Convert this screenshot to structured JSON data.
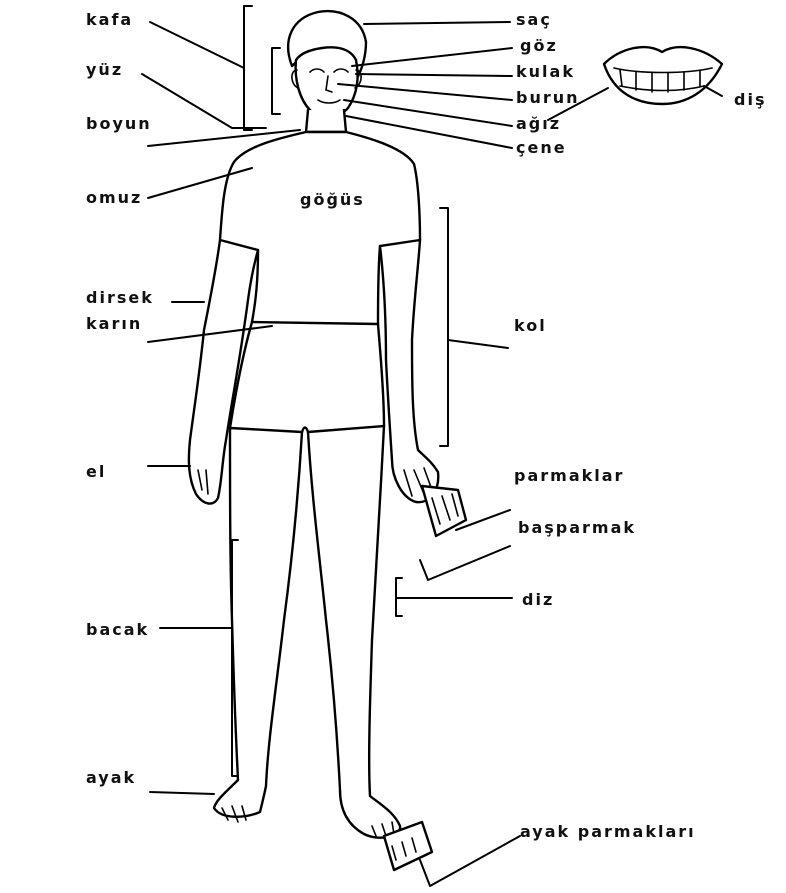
{
  "labels": {
    "kafa": "kafa",
    "yuz": "yüz",
    "boyun": "boyun",
    "omuz": "omuz",
    "gogus": "göğüs",
    "dirsek": "dirsek",
    "karin": "karın",
    "el": "el",
    "bacak": "bacak",
    "ayak": "ayak",
    "sac": "saç",
    "goz": "göz",
    "kulak": "kulak",
    "burun": "burun",
    "agiz": "ağız",
    "cene": "çene",
    "dis": "diş",
    "kol": "kol",
    "parmaklar": "parmaklar",
    "basparmak": "başparmak",
    "diz": "diz",
    "ayak_parmaklari": "ayak parmakları"
  }
}
